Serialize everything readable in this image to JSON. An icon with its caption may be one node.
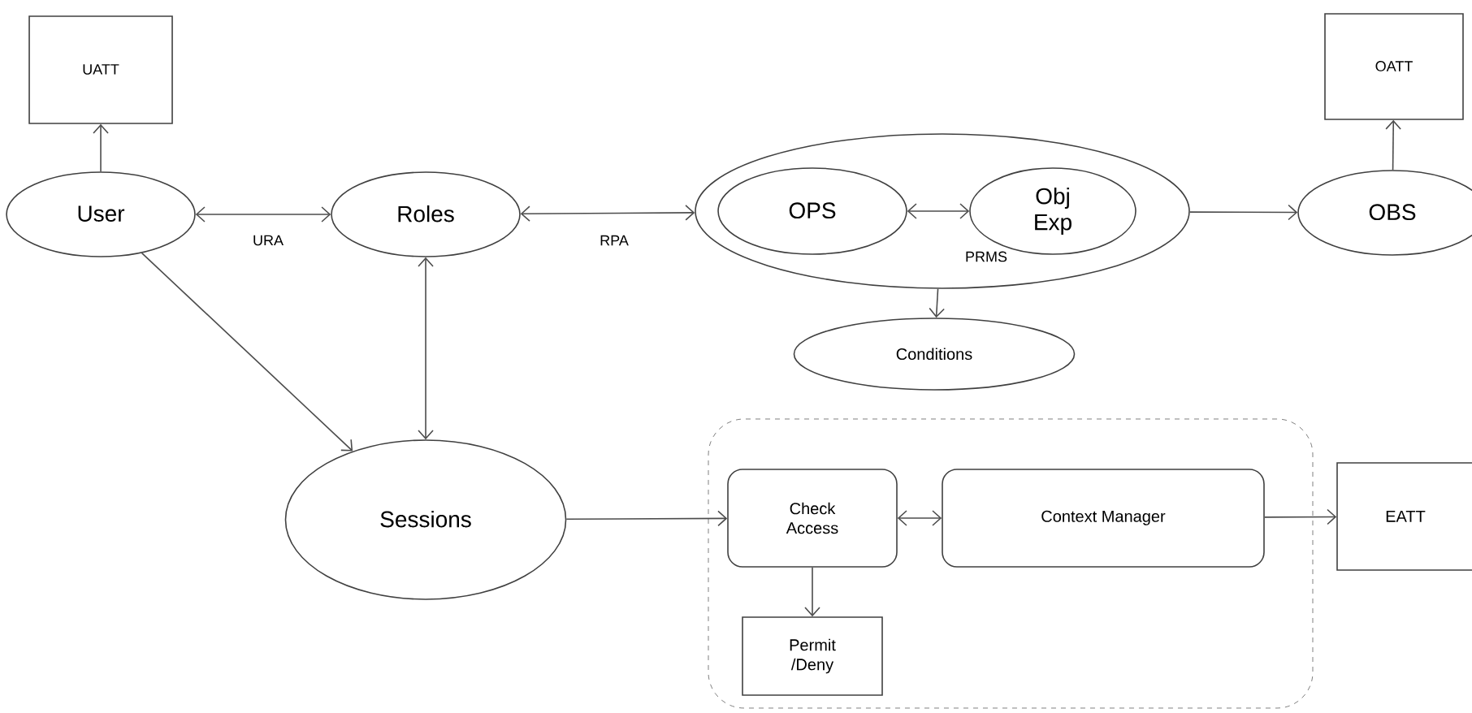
{
  "diagram": {
    "nodes": [
      {
        "text": [
          "UATT"
        ]
      },
      {
        "text": [
          "User"
        ]
      },
      {
        "text": [
          "Roles"
        ]
      },
      {
        "text": [
          "PRMS"
        ]
      },
      {
        "text": [
          "OPS"
        ],
        "in": 3
      },
      {
        "text": [
          "Obj Exp"
        ],
        "in": 3
      },
      {
        "text": [
          "OATT"
        ]
      },
      {
        "text": [
          "OBS"
        ]
      },
      {
        "text": [
          "Conditions"
        ]
      },
      {
        "text": [
          "Sessions"
        ]
      },
      {
        "text": [],
        "shape": "box"
      },
      {
        "text": [
          "Check Access"
        ],
        "in": 10
      },
      {
        "text": [
          "Context Manager"
        ],
        "in": 10
      },
      {
        "text": [
          "Permit /Deny"
        ],
        "in": 10
      },
      {
        "text": [
          "EATT"
        ]
      }
    ],
    "edges": [
      {
        "from": 1,
        "to": 0,
        "arrow": "to"
      },
      {
        "from": 1,
        "to": 2,
        "arrow": "both",
        "label": "URA"
      },
      {
        "from": 2,
        "to": 3,
        "arrow": "both",
        "label": "RPA"
      },
      {
        "from": 4,
        "to": 5,
        "arrow": "both"
      },
      {
        "from": 3,
        "to": 7,
        "arrow": "to"
      },
      {
        "from": 7,
        "to": 6,
        "arrow": "to"
      },
      {
        "from": 3,
        "to": 8,
        "arrow": "to"
      },
      {
        "from": 1,
        "to": 9,
        "arrow": "to"
      },
      {
        "from": 2,
        "to": 9,
        "arrow": "both"
      },
      {
        "from": 9,
        "to": 11,
        "arrow": "to"
      },
      {
        "from": 11,
        "to": 12,
        "arrow": "both"
      },
      {
        "from": 11,
        "to": 13,
        "arrow": "to"
      },
      {
        "from": 12,
        "to": 14,
        "arrow": "to"
      }
    ]
  }
}
